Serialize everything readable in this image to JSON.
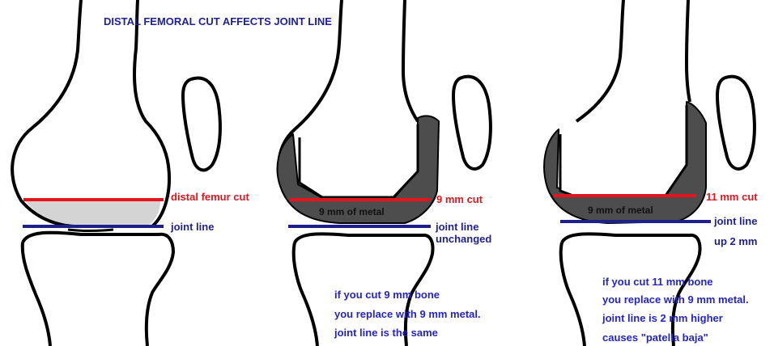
{
  "title": "DISTAL FEMORAL CUT AFFECTS JOINT LINE",
  "panel1": {
    "cut_label": "distal femur cut",
    "joint_label": "joint line"
  },
  "panel2": {
    "cut_label": "9 mm cut",
    "metal_label": "9 mm of metal",
    "joint_label_1": "joint line",
    "joint_label_2": "unchanged",
    "note_1": "if you cut 9 mm bone",
    "note_2": "you replace with 9 mm metal.",
    "note_3": "joint line is the same"
  },
  "panel3": {
    "cut_label": "11 mm cut",
    "metal_label": "9 mm of metal",
    "joint_label_1": "joint line",
    "joint_label_2": "up 2 mm",
    "note_1": "if you cut 11 mm bone",
    "note_2": "you replace with 9 mm metal.",
    "note_3": "joint line is 2 mm higher",
    "note_4": "causes \"patella baja\""
  },
  "colors": {
    "cut_line": "#e8141d",
    "joint_line": "#1f1f8c",
    "title_text": "#1f1f9a",
    "note_text": "#2424c8",
    "metal": "#4d4d4d",
    "resected_bone": "#d4d4d4"
  }
}
